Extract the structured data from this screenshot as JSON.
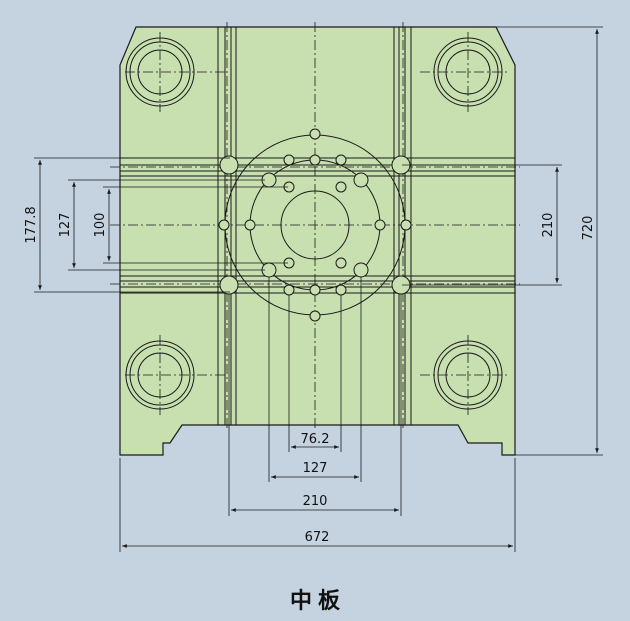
{
  "title": "中板",
  "colors": {
    "background": "#c5d3e1",
    "plate_fill": "#c8dfb0",
    "line": "#1a1a1a"
  },
  "dimensions": {
    "overall_width": "672",
    "overall_height": "720",
    "slot_spacing_h": "210",
    "slot_spacing_v": "210",
    "bolt_h_outer": "127",
    "bolt_h_inner": "76.2",
    "left_outer": "177.8",
    "left_mid": "127",
    "left_inner": "100"
  }
}
